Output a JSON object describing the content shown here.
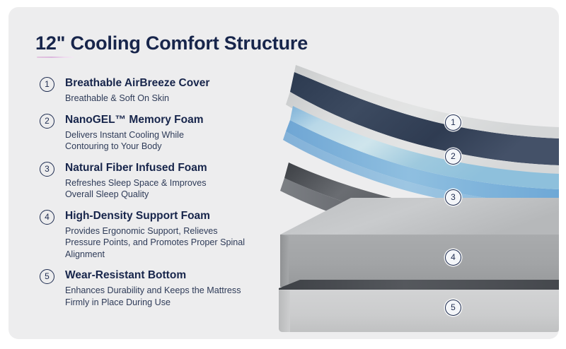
{
  "card": {
    "title": "12\" Cooling Comfort Structure",
    "background_color": "#ededee",
    "title_color": "#17254b",
    "accent_color": "#dbb8dd"
  },
  "features": [
    {
      "number": "1",
      "title": "Breathable AirBreeze Cover",
      "description": "Breathable & Soft On Skin"
    },
    {
      "number": "2",
      "title": "NanoGEL™ Memory Foam",
      "description": "Delivers Instant Cooling While Contouring to Your Body"
    },
    {
      "number": "3",
      "title": "Natural Fiber Infused Foam",
      "description": "Refreshes Sleep Space & Improves Overall Sleep Quality"
    },
    {
      "number": "4",
      "title": "High-Density Support Foam",
      "description": "Provides Ergonomic Support, Relieves Pressure Points, and Promotes Proper Spinal Alignment"
    },
    {
      "number": "5",
      "title": "Wear-Resistant Bottom",
      "description": "Enhances Durability and Keeps the Mattress Firmly in Place During Use"
    }
  ],
  "illustration": {
    "name": "mattress-cutaway-diagram",
    "layer_badges": [
      {
        "number": "1",
        "layer": "breathable-aibreeze-cover",
        "color": "#d8d9da"
      },
      {
        "number": "2",
        "layer": "nanogel-memory-foam",
        "color": "#7fb4dd"
      },
      {
        "number": "3",
        "layer": "natural-fiber-infused-foam",
        "color": "#5b5e63"
      },
      {
        "number": "4",
        "layer": "high-density-support-foam",
        "color": "#a8a9ab"
      },
      {
        "number": "5",
        "layer": "wear-resistant-bottom",
        "color": "#c9cacb"
      }
    ]
  }
}
